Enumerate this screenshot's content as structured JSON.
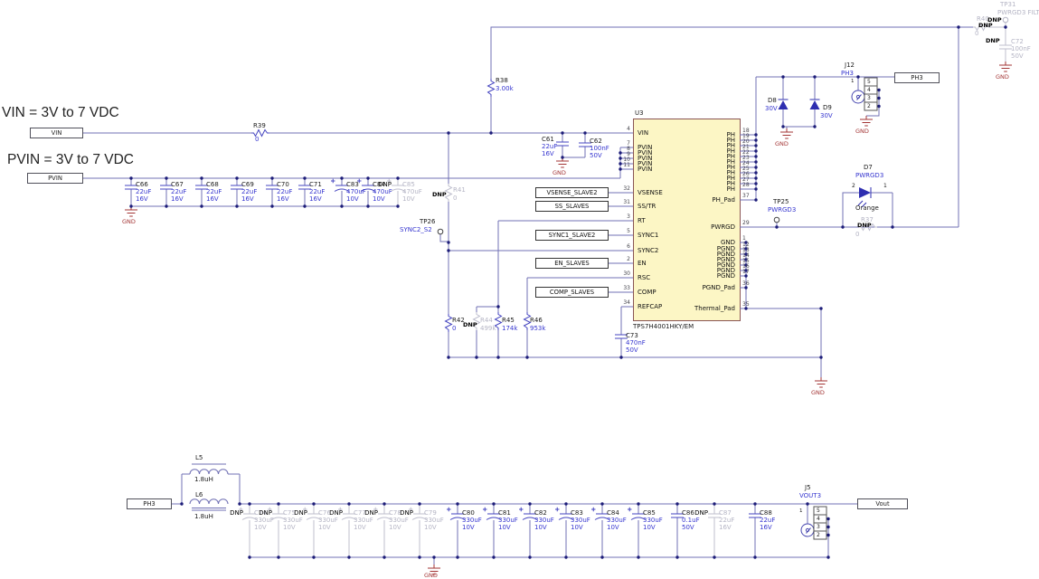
{
  "colors": {
    "wire": "#7070b4",
    "value_blue": "#3535cf",
    "dnp_gray": "#b4b4c4",
    "gnd_red": "#a33434",
    "ic_fill": "#fcf6c5",
    "ic_border": "#8a5555"
  },
  "notes": {
    "vin": "VIN = 3V to 7 VDC",
    "pvin": "PVIN = 3V to 7 VDC"
  },
  "labels": {
    "gnd": "GND"
  },
  "ports": {
    "vin": "VIN",
    "pvin": "PVIN",
    "ph3_top": "PH3",
    "ph3_bottom": "PH3",
    "vout": "Vout"
  },
  "net_boxes": {
    "vsense": "VSENSE_SLAVE2",
    "ss": "SS_SLAVES",
    "sync1": "SYNC1_SLAVE2",
    "en": "EN_SLAVES",
    "comp": "COMP_SLAVES"
  },
  "ic": {
    "ref": "U3",
    "part": "TPS7H4001HKY/EM",
    "left_pins": [
      {
        "num": "4",
        "name": "VIN"
      },
      {
        "num": "7",
        "name": "PVIN"
      },
      {
        "num": "8",
        "name": "PVIN"
      },
      {
        "num": "9",
        "name": "PVIN"
      },
      {
        "num": "10",
        "name": "PVIN"
      },
      {
        "num": "11",
        "name": "PVIN"
      },
      {
        "num": "32",
        "name": "VSENSE"
      },
      {
        "num": "31",
        "name": "SS/TR"
      },
      {
        "num": "3",
        "name": "RT"
      },
      {
        "num": "5",
        "name": "SYNC1"
      },
      {
        "num": "6",
        "name": "SYNC2"
      },
      {
        "num": "2",
        "name": "EN"
      },
      {
        "num": "30",
        "name": "RSC"
      },
      {
        "num": "33",
        "name": "COMP"
      },
      {
        "num": "34",
        "name": "REFCAP"
      }
    ],
    "right_pins": [
      {
        "num": "18",
        "name": "PH"
      },
      {
        "num": "19",
        "name": "PH"
      },
      {
        "num": "20",
        "name": "PH"
      },
      {
        "num": "21",
        "name": "PH"
      },
      {
        "num": "22",
        "name": "PH"
      },
      {
        "num": "23",
        "name": "PH"
      },
      {
        "num": "24",
        "name": "PH"
      },
      {
        "num": "25",
        "name": "PH"
      },
      {
        "num": "26",
        "name": "PH"
      },
      {
        "num": "27",
        "name": "PH"
      },
      {
        "num": "28",
        "name": "PH"
      },
      {
        "num": "37",
        "name": "PH_Pad"
      },
      {
        "num": "29",
        "name": "PWRGD"
      },
      {
        "num": "1",
        "name": "GND"
      },
      {
        "num": "12",
        "name": "PGND"
      },
      {
        "num": "13",
        "name": "PGND"
      },
      {
        "num": "14",
        "name": "PGND"
      },
      {
        "num": "15",
        "name": "PGND"
      },
      {
        "num": "16",
        "name": "PGND"
      },
      {
        "num": "17",
        "name": "PGND"
      },
      {
        "num": "36",
        "name": "PGND_Pad"
      },
      {
        "num": "35",
        "name": "Thermal_Pad"
      }
    ]
  },
  "resistors": {
    "r39": {
      "ref": "R39",
      "val": "0"
    },
    "r38": {
      "ref": "R38",
      "val": "3.00k"
    },
    "r41": {
      "ref": "R41",
      "val": "0",
      "dnp": "DNP"
    },
    "r42": {
      "ref": "R42",
      "val": "0"
    },
    "r44": {
      "ref": "R44",
      "val": "499k",
      "dnp": "DNP"
    },
    "r45": {
      "ref": "R45",
      "val": "174k"
    },
    "r46": {
      "ref": "R46",
      "val": "953k"
    },
    "r37": {
      "ref": "R37",
      "val": "0",
      "dnp": "DNP"
    },
    "r40": {
      "ref": "R40",
      "val": "0",
      "dnp": "DNP"
    }
  },
  "caps_top": [
    {
      "ref": "C66",
      "val": "22uF",
      "volt": "16V"
    },
    {
      "ref": "C67",
      "val": "22uF",
      "volt": "16V"
    },
    {
      "ref": "C68",
      "val": "22uF",
      "volt": "16V"
    },
    {
      "ref": "C69",
      "val": "22uF",
      "volt": "16V"
    },
    {
      "ref": "C70",
      "val": "22uF",
      "volt": "16V"
    },
    {
      "ref": "C71",
      "val": "22uF",
      "volt": "16V"
    },
    {
      "ref": "C83",
      "val": "470uF",
      "volt": "10V"
    },
    {
      "ref": "C84",
      "val": "470uF",
      "volt": "10V"
    },
    {
      "ref": "C85",
      "val": "470uF",
      "volt": "10V",
      "dnp": "DNP"
    }
  ],
  "caps_mid": {
    "c61": {
      "ref": "C61",
      "val": "22uF",
      "volt": "16V"
    },
    "c62": {
      "ref": "C62",
      "val": "100nF",
      "volt": "50V"
    },
    "c73": {
      "ref": "C73",
      "val": "470nF",
      "volt": "50V"
    },
    "c72": {
      "ref": "C72",
      "val": "100nF",
      "volt": "50V",
      "dnp": "DNP"
    }
  },
  "caps_bottom": [
    {
      "ref": "C74",
      "val": "330uF",
      "volt": "10V",
      "dnp": "DNP"
    },
    {
      "ref": "C75",
      "val": "330uF",
      "volt": "10V",
      "dnp": "DNP"
    },
    {
      "ref": "C76",
      "val": "330uF",
      "volt": "10V",
      "dnp": "DNP"
    },
    {
      "ref": "C77",
      "val": "330uF",
      "volt": "10V",
      "dnp": "DNP"
    },
    {
      "ref": "C78",
      "val": "330uF",
      "volt": "10V",
      "dnp": "DNP"
    },
    {
      "ref": "C79",
      "val": "330uF",
      "volt": "10V",
      "dnp": "DNP"
    },
    {
      "ref": "C80",
      "val": "330uF",
      "volt": "10V"
    },
    {
      "ref": "C81",
      "val": "330uF",
      "volt": "10V"
    },
    {
      "ref": "C82",
      "val": "330uF",
      "volt": "10V"
    },
    {
      "ref": "C83",
      "val": "330uF",
      "volt": "10V"
    },
    {
      "ref": "C84",
      "val": "330uF",
      "volt": "10V"
    },
    {
      "ref": "C85",
      "val": "330uF",
      "volt": "10V"
    },
    {
      "ref": "C86",
      "val": "0.1uF",
      "volt": "50V"
    },
    {
      "ref": "C87",
      "val": "22uF",
      "volt": "16V",
      "dnp": "DNP"
    },
    {
      "ref": "C88",
      "val": "22uF",
      "volt": "16V"
    }
  ],
  "inductors": {
    "l5": {
      "ref": "L5",
      "val": "1.8uH"
    },
    "l6": {
      "ref": "L6",
      "val": "1.8uH"
    }
  },
  "diodes": {
    "d8": {
      "ref": "D8",
      "val": "30V"
    },
    "d9": {
      "ref": "D9",
      "val": "30V"
    },
    "d7": {
      "ref": "D7",
      "net": "PWRGD3",
      "pin_anode": "2",
      "pin_cathode": "1",
      "color": "Orange"
    }
  },
  "testpoints": {
    "tp26": {
      "ref": "TP26",
      "net": "SYNC2_S2"
    },
    "tp25": {
      "ref": "TP25",
      "net": "PWRGD3"
    },
    "tp31": {
      "ref": "TP31",
      "net": "PWRGD3 FILT",
      "dnp": "DNP"
    }
  },
  "connectors": {
    "j12": {
      "ref": "J12",
      "net": "PH3",
      "pin1": "1",
      "pins": [
        "5",
        "4",
        "3",
        "2"
      ]
    },
    "j5": {
      "ref": "J5",
      "net": "VOUT3",
      "pin1": "1",
      "pins": [
        "5",
        "4",
        "3",
        "2"
      ]
    }
  }
}
